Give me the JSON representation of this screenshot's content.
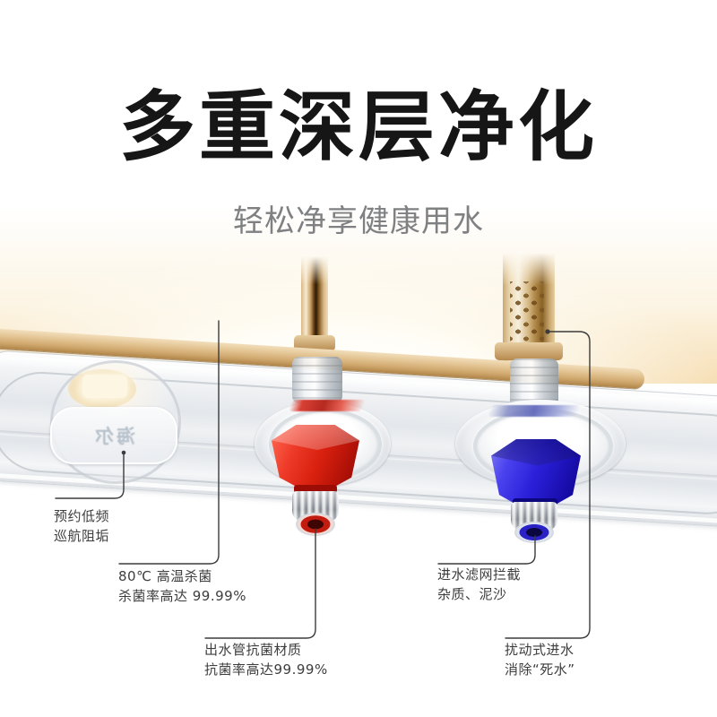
{
  "header": {
    "title": "多重深层净化",
    "subtitle": "轻松净享健康用水"
  },
  "product": {
    "brand_lens_text": "海尔",
    "colors": {
      "shell_gold": "#c9a36b",
      "hot_outlet_red": "#d9200f",
      "cold_inlet_blue": "#2b20da",
      "glow_amber": "#f6deb4",
      "callout_line": "#3b3b3b"
    }
  },
  "callouts": [
    {
      "id": "reserve-descale",
      "lines": [
        "预约低频",
        "巡航阻垢"
      ]
    },
    {
      "id": "high-temp-sterilize",
      "lines": [
        "80℃ 高温杀菌",
        "杀菌率高达 99.99%"
      ]
    },
    {
      "id": "outlet-antibacterial",
      "lines": [
        "出水管抗菌材质",
        "抗菌率高达99.99%"
      ]
    },
    {
      "id": "inlet-filter",
      "lines": [
        "进水滤网拦截",
        "杂质、泥沙"
      ]
    },
    {
      "id": "disturb-inlet",
      "lines": [
        "扰动式进水",
        "消除“死水”"
      ]
    }
  ]
}
